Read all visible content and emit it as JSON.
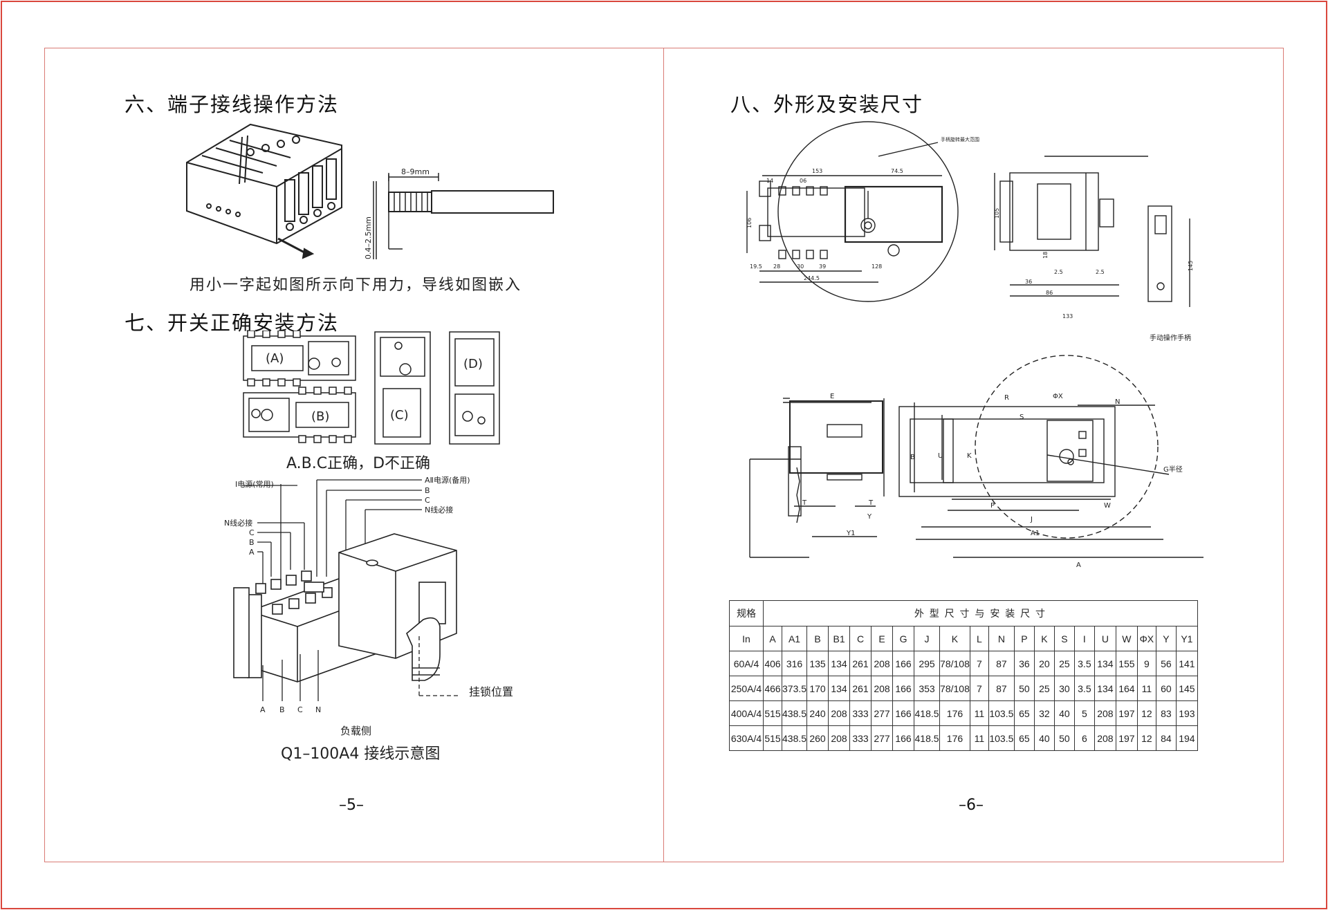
{
  "left_page": {
    "section6_title": "六、端子接线操作方法",
    "dim_strip": "8–9mm",
    "dim_wire": "0.4–2.5mm",
    "section6_caption": "用小一字起如图所示向下用力，导线如图嵌入",
    "section7_title": "七、开关正确安装方法",
    "install_labels": [
      "(A)",
      "(B)",
      "(C)",
      "(D)"
    ],
    "install_caption": "A.B.C正确，D不正确",
    "wiring": {
      "label_i_power": "Ⅰ电源(常用)",
      "label_aii_power": "AⅡ电源(备用)",
      "label_b_top": "B",
      "label_c_top": "C",
      "label_n_required_top": "N线必接",
      "label_n_required_left": "N线必接",
      "label_c_left": "C",
      "label_b_left": "B",
      "label_a_left": "A",
      "lock_position": "挂锁位置",
      "bottom_terminals": [
        "A",
        "B",
        "C",
        "N"
      ],
      "load_side": "负载侧",
      "diagram_caption": "Q1–100A4  接线示意图"
    },
    "page_number": "–5–"
  },
  "right_page": {
    "section8_title": "八、外形及安装尺寸",
    "front_dims": {
      "d153": "153",
      "d74_5": "74.5",
      "d14": "14",
      "d06": "06",
      "d106": "106",
      "d19_5": "19.5",
      "d28": "28",
      "d30": "30",
      "d39": "39",
      "d128": "128",
      "d244_5": "244.5",
      "callout": "手柄旋转最大范围"
    },
    "side_dims": {
      "d105": "105",
      "d18": "18",
      "d2_5a": "2.5",
      "d2_5b": "2.5",
      "d36": "36",
      "d86": "86",
      "d133": "133"
    },
    "handle_dims": {
      "d145": "145"
    },
    "handle_caption": "手动操作手柄",
    "lower_labels": {
      "E": "E",
      "T1": "T",
      "T2": "T",
      "Y": "Y",
      "Y1": "Y1",
      "R": "R",
      "phiX": "ΦX",
      "S": "S",
      "N": "N",
      "B": "B",
      "U": "U",
      "K": "K",
      "G_radius": "G半径",
      "P": "P",
      "W": "W",
      "J": "J",
      "A1": "A1",
      "A": "A"
    },
    "table": {
      "corner": "规格",
      "title": "外 型 尺 寸 与 安 装 尺 寸",
      "columns": [
        "In",
        "A",
        "A1",
        "B",
        "B1",
        "C",
        "E",
        "G",
        "J",
        "K",
        "L",
        "N",
        "P",
        "K",
        "S",
        "I",
        "U",
        "W",
        "ΦX",
        "Y",
        "Y1"
      ],
      "rows": [
        [
          "60A/4",
          "406",
          "316",
          "135",
          "134",
          "261",
          "208",
          "166",
          "295",
          "78/108",
          "7",
          "87",
          "36",
          "20",
          "25",
          "3.5",
          "134",
          "155",
          "9",
          "56",
          "141"
        ],
        [
          "250A/4",
          "466",
          "373.5",
          "170",
          "134",
          "261",
          "208",
          "166",
          "353",
          "78/108",
          "7",
          "87",
          "50",
          "25",
          "30",
          "3.5",
          "134",
          "164",
          "11",
          "60",
          "145"
        ],
        [
          "400A/4",
          "515",
          "438.5",
          "240",
          "208",
          "333",
          "277",
          "166",
          "418.5",
          "176",
          "11",
          "103.5",
          "65",
          "32",
          "40",
          "5",
          "208",
          "197",
          "12",
          "83",
          "193"
        ],
        [
          "630A/4",
          "515",
          "438.5",
          "260",
          "208",
          "333",
          "277",
          "166",
          "418.5",
          "176",
          "11",
          "103.5",
          "65",
          "40",
          "50",
          "6",
          "208",
          "197",
          "12",
          "84",
          "194"
        ]
      ]
    },
    "page_number": "–6–"
  }
}
